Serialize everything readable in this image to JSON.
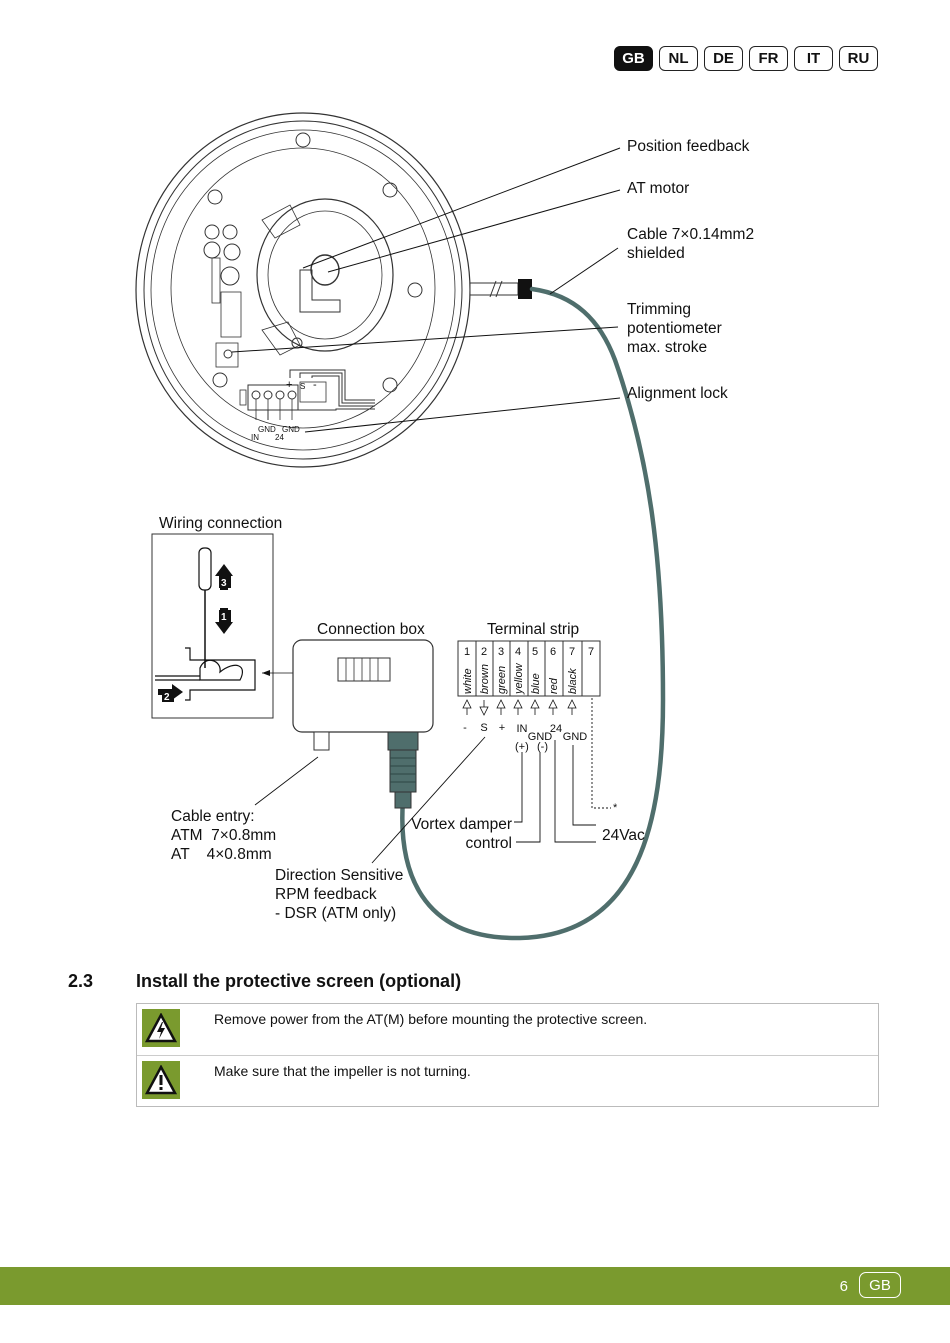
{
  "languages": [
    "GB",
    "NL",
    "DE",
    "FR",
    "IT",
    "RU"
  ],
  "active_language": "GB",
  "diagram": {
    "callouts": {
      "position_feedback": "Position feedback",
      "at_motor": "AT motor",
      "cable_line1": "Cable 7×0.14mm2",
      "cable_line2": "shielded",
      "trim_line1": "Trimming",
      "trim_line2": "potentiometer",
      "trim_line3": "max. stroke",
      "alignment_lock": "Alignment lock"
    },
    "board_labels": {
      "plus": "+",
      "s": "S",
      "minus": "-",
      "gnd1": "GND",
      "gnd2": "GND",
      "in": "IN",
      "v24": "24"
    },
    "wiring_connection": "Wiring connection",
    "steps": [
      "3",
      "1",
      "2"
    ],
    "connection_box": "Connection box",
    "terminal_strip": {
      "title": "Terminal strip",
      "numbers": [
        "1",
        "2",
        "3",
        "4",
        "5",
        "6",
        "7",
        "7"
      ],
      "colors": [
        "white",
        "brown",
        "green",
        "yellow",
        "blue",
        "red",
        "black"
      ],
      "signals": [
        "-",
        "S",
        "+",
        "IN",
        "GND",
        "24",
        "GND"
      ],
      "polarity": [
        "(+)",
        "(-)"
      ]
    },
    "cable_entry": [
      "Cable entry:",
      "ATM  7×0.8mm",
      "AT    4×0.8mm"
    ],
    "vortex": [
      "Vortex damper",
      "control"
    ],
    "dsr": [
      "Direction Sensitive",
      "RPM feedback",
      "- DSR (ATM only)"
    ],
    "supply": "24Vac",
    "asterisk": "*"
  },
  "section": {
    "number": "2.3",
    "title": "Install the protective screen (optional)"
  },
  "warnings": [
    {
      "icon": "electrical-hazard-icon",
      "text": "Remove power from the AT(M) before mounting the protective screen."
    },
    {
      "icon": "warning-icon",
      "text": "Make sure that the impeller is not turning."
    }
  ],
  "footer": {
    "page": "6",
    "lang": "GB"
  },
  "colors": {
    "accent": "#7a9a2e",
    "cable": "#4f6e6c"
  }
}
